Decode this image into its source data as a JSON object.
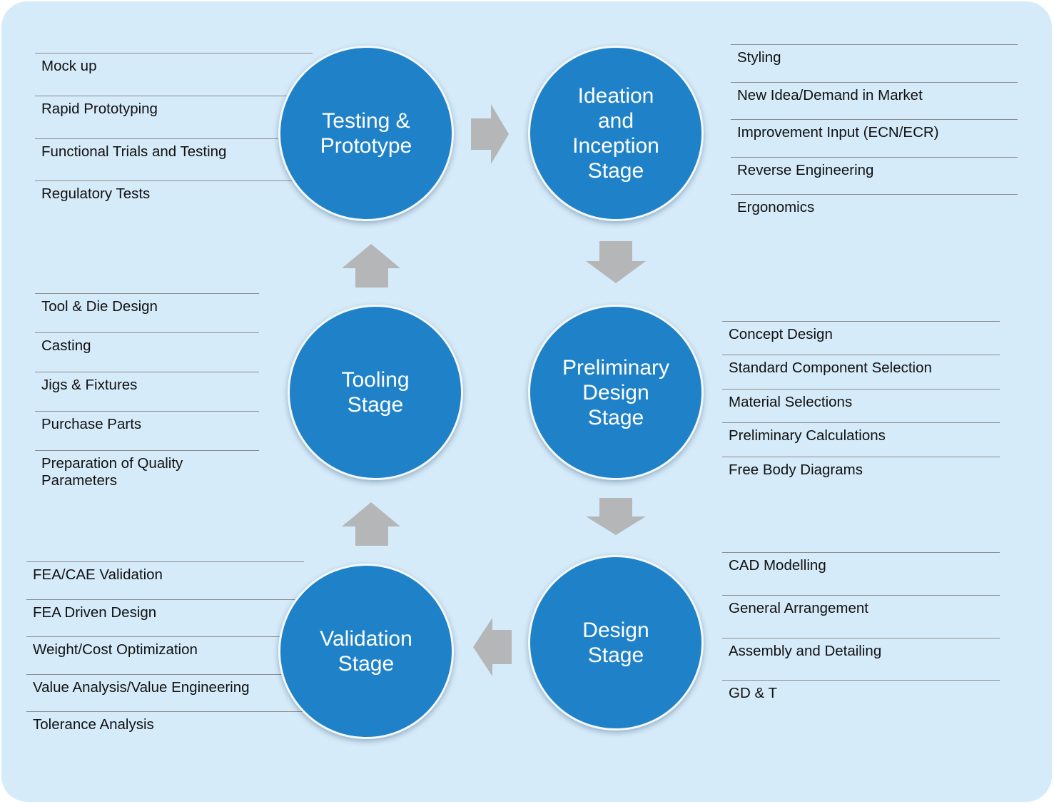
{
  "colors": {
    "background": "#d6ebf9",
    "circle": "#1f82c9",
    "circle_text": "#ffffff",
    "arrow": "#b4b6b8",
    "rule": "#8c8c8c"
  },
  "stages": {
    "testing": "Testing &\nPrototype",
    "ideation": "Ideation\nand\nInception\nStage",
    "tooling": "Tooling\nStage",
    "preliminary": "Preliminary\nDesign\nStage",
    "validation": "Validation\nStage",
    "design": "Design\nStage"
  },
  "lists": {
    "testing": [
      "Mock up",
      "Rapid Prototyping",
      "Functional Trials and Testing",
      "Regulatory Tests"
    ],
    "ideation": [
      "Styling",
      "New Idea/Demand in Market",
      "Improvement Input (ECN/ECR)",
      "Reverse Engineering",
      "Ergonomics"
    ],
    "tooling": [
      "Tool & Die Design",
      "Casting",
      "Jigs & Fixtures",
      "Purchase Parts",
      "Preparation of Quality Parameters"
    ],
    "preliminary": [
      "Concept Design",
      "Standard Component Selection",
      "Material Selections",
      "Preliminary Calculations",
      "Free Body Diagrams"
    ],
    "validation": [
      "FEA/CAE Validation",
      "FEA Driven Design",
      "Weight/Cost Optimization",
      "Value Analysis/Value Engineering",
      "Tolerance Analysis"
    ],
    "design": [
      "CAD Modelling",
      "General Arrangement",
      "Assembly and Detailing",
      "GD & T"
    ]
  },
  "arrows": [
    {
      "from": "testing",
      "to": "ideation",
      "direction": "right"
    },
    {
      "from": "ideation",
      "to": "preliminary",
      "direction": "down"
    },
    {
      "from": "preliminary",
      "to": "design",
      "direction": "down"
    },
    {
      "from": "design",
      "to": "validation",
      "direction": "left"
    },
    {
      "from": "validation",
      "to": "tooling",
      "direction": "up"
    },
    {
      "from": "tooling",
      "to": "testing",
      "direction": "up"
    }
  ]
}
